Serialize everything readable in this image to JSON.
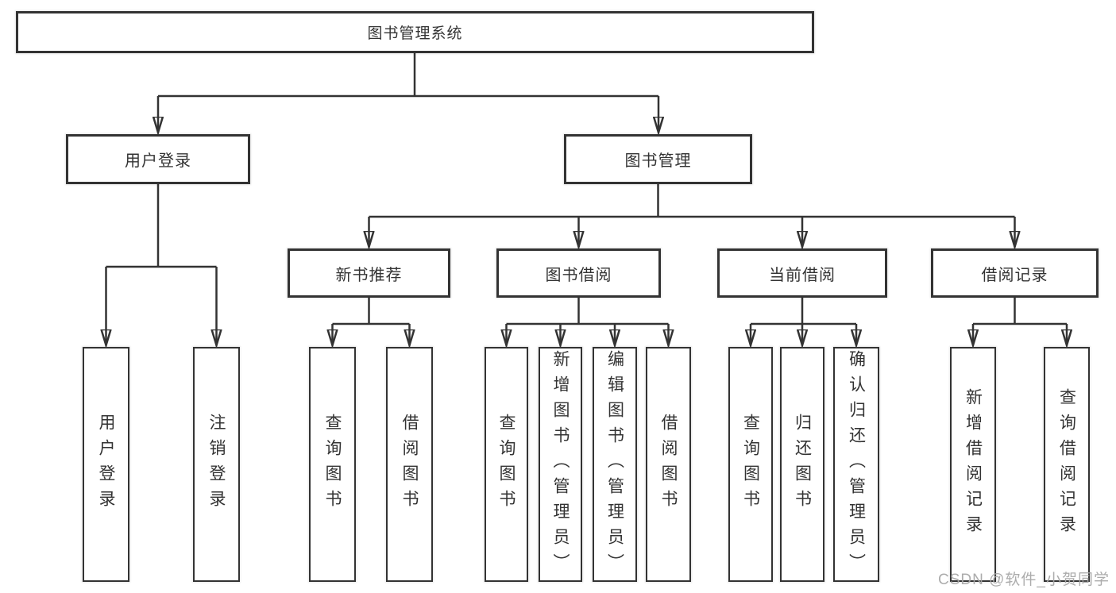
{
  "colors": {
    "line": "#333333",
    "text": "#333333",
    "box_background": "#ffffff",
    "watermark": "#a8a8a8"
  },
  "tree": {
    "root": {
      "label": "图书管理系统"
    },
    "branches": [
      {
        "label": "用户登录",
        "children": [
          {
            "label": "用户登录"
          },
          {
            "label": "注销登录"
          }
        ]
      },
      {
        "label": "图书管理",
        "groups": [
          {
            "label": "新书推荐",
            "children": [
              {
                "label": "查询图书"
              },
              {
                "label": "借阅图书"
              }
            ]
          },
          {
            "label": "图书借阅",
            "children": [
              {
                "label": "查询图书"
              },
              {
                "label": "新增图书（管理员）"
              },
              {
                "label": "编辑图书（管理员）"
              },
              {
                "label": "借阅图书"
              }
            ]
          },
          {
            "label": "当前借阅",
            "children": [
              {
                "label": "查询图书"
              },
              {
                "label": "归还图书"
              },
              {
                "label": "确认归还（管理员）"
              }
            ]
          },
          {
            "label": "借阅记录",
            "children": [
              {
                "label": "新增借阅记录"
              },
              {
                "label": "查询借阅记录"
              }
            ]
          }
        ]
      }
    ]
  },
  "watermark": "CSDN @软件_小贺同学"
}
